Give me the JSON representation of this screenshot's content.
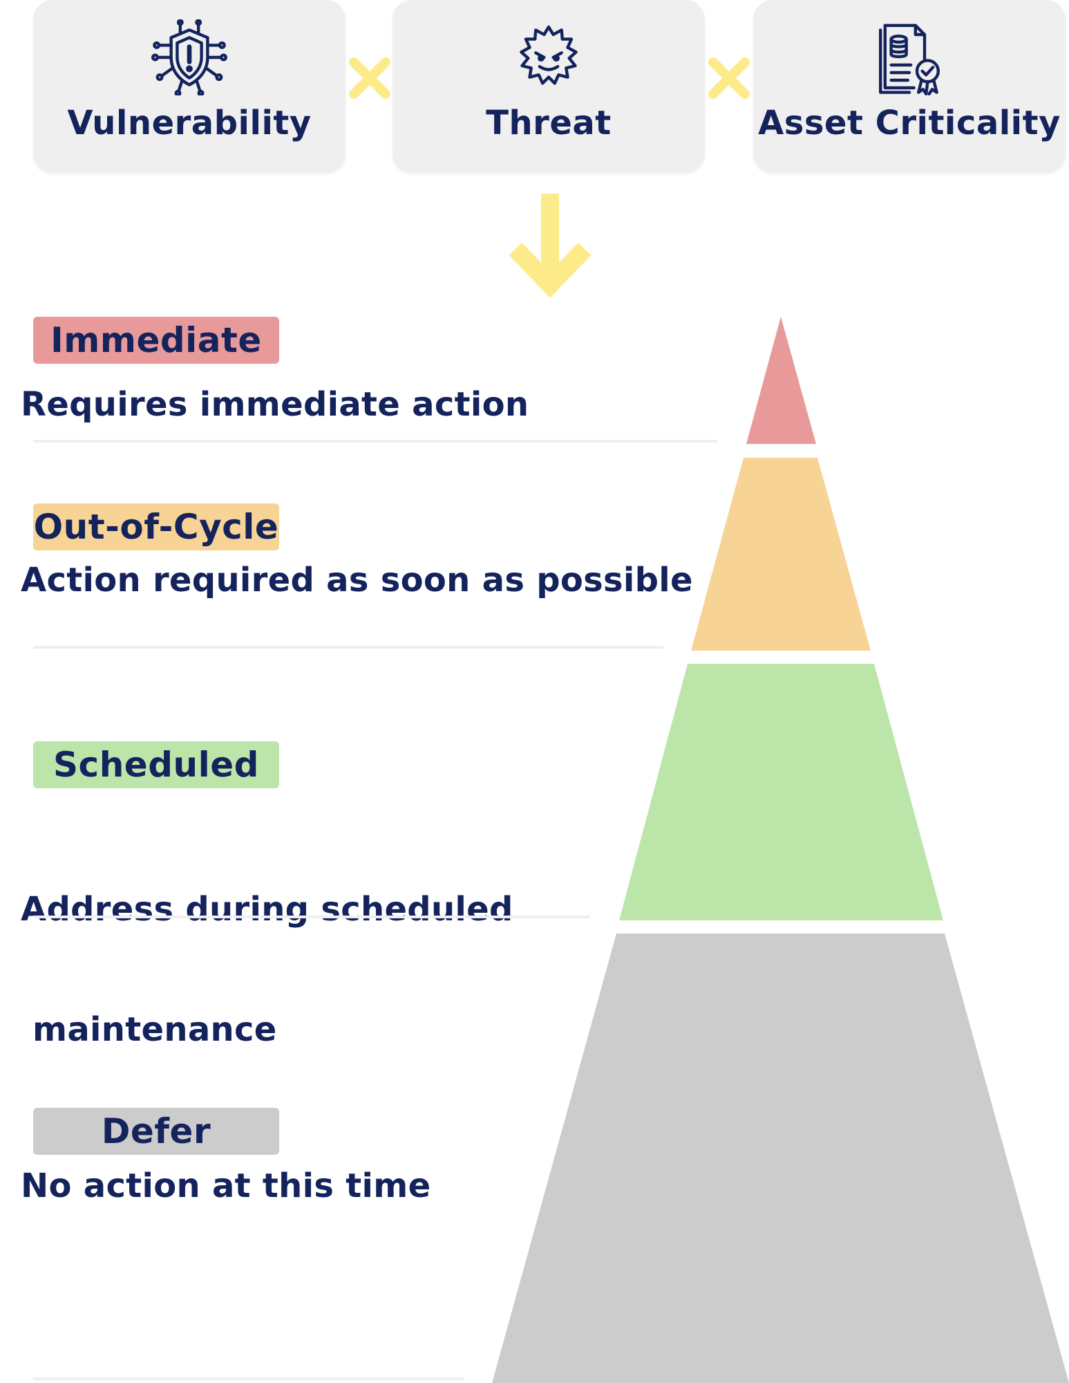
{
  "factors": [
    {
      "label": "Vulnerability",
      "icon": "shield-circuit-icon"
    },
    {
      "label": "Threat",
      "icon": "malware-face-icon"
    },
    {
      "label": "Asset Criticality",
      "icon": "certificate-document-icon"
    }
  ],
  "operator_icon": "multiply-icon",
  "flow_icon": "arrow-down-icon",
  "colors": {
    "card_bg": "#efefef",
    "text": "#14235c",
    "accent_yellow": "#fdeb8a",
    "immediate": "#e89a9a",
    "out_of_cycle": "#f7d395",
    "scheduled": "#bce5a9",
    "defer": "#cccccc"
  },
  "tiers": [
    {
      "badge": "Immediate",
      "desc_lines": [
        "Requires immediate action"
      ],
      "color": "#e89a9a"
    },
    {
      "badge": "Out-of-Cycle",
      "desc_lines": [
        "Action required as soon as possible"
      ],
      "color": "#f7d395"
    },
    {
      "badge": "Scheduled",
      "desc_lines": [
        "Address during scheduled",
        " maintenance"
      ],
      "color": "#bce5a9"
    },
    {
      "badge": "Defer",
      "desc_lines": [
        "No action at this time"
      ],
      "color": "#cccccc"
    }
  ]
}
